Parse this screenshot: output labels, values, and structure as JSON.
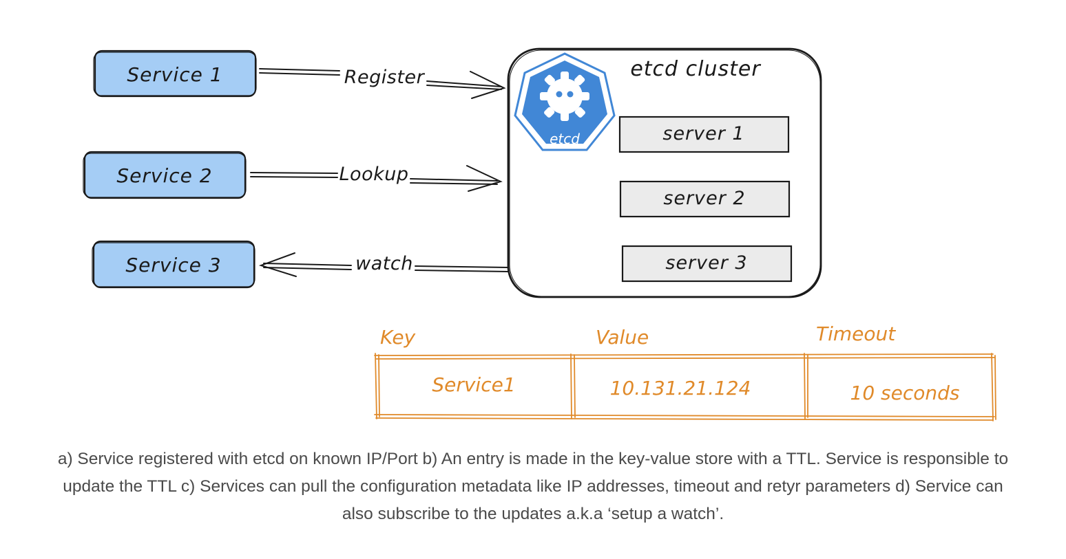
{
  "services": [
    {
      "label": "Service 1"
    },
    {
      "label": "Service 2"
    },
    {
      "label": "Service 3"
    }
  ],
  "edges": [
    {
      "label": "Register",
      "direction": "to-cluster"
    },
    {
      "label": "Lookup",
      "direction": "to-cluster"
    },
    {
      "label": "watch",
      "direction": "to-service"
    }
  ],
  "cluster": {
    "title": "etcd cluster",
    "logo_text": "etcd",
    "logo_icon": "etcd-logo-icon",
    "servers": [
      {
        "label": "server 1"
      },
      {
        "label": "server 2"
      },
      {
        "label": "server 3"
      }
    ]
  },
  "kv_table": {
    "headers": [
      "Key",
      "Value",
      "Timeout"
    ],
    "row": [
      "Service1",
      "10.131.21.124",
      "10 seconds"
    ]
  },
  "colors": {
    "service_fill": "#a5cdf5",
    "logo_blue": "#4187d6",
    "server_fill": "#ebebeb",
    "table_orange": "#e08a2a",
    "stroke": "#1a1a1a",
    "caption_text": "#4a4a4a"
  },
  "caption": "a) Service registered with etcd on known IP/Port b) An entry is made in the key-value store with a TTL. Service is responsible to update the TTL c) Services can pull the configuration metadata like IP addresses, timeout and retyr parameters d) Service can also subscribe to the updates a.k.a ‘setup a watch’."
}
